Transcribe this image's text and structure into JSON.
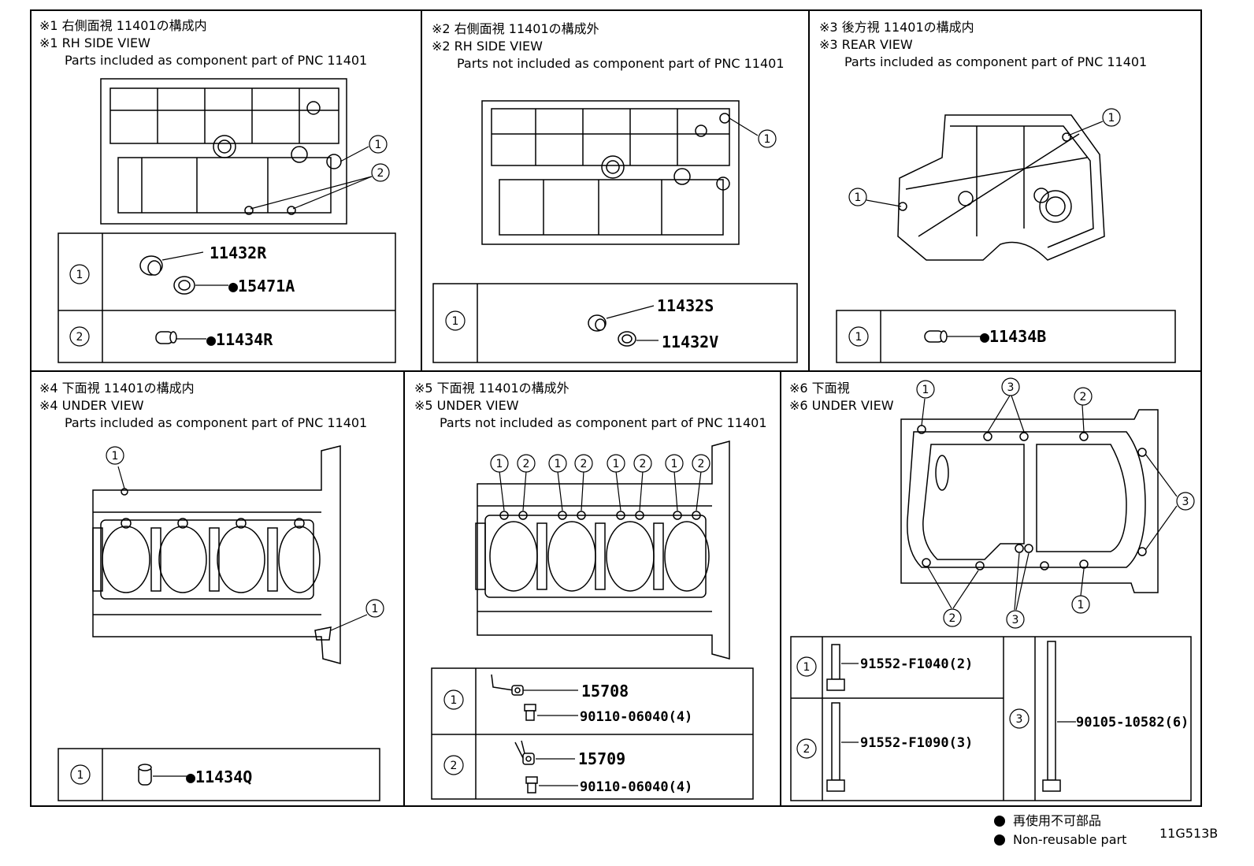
{
  "panels": [
    {
      "id": "p1",
      "title_jp": "※1 右側面視 11401の構成内",
      "title_en": "※1 RH SIDE VIEW",
      "note": "Parts included as component part of PNC 11401",
      "rows": [
        {
          "num": "1",
          "parts": [
            "11432R",
            "●15471A"
          ]
        },
        {
          "num": "2",
          "parts": [
            "●11434R"
          ]
        }
      ],
      "callouts": [
        "1",
        "2"
      ]
    },
    {
      "id": "p2",
      "title_jp": "※2 右側面視 11401の構成外",
      "title_en": "※2 RH SIDE VIEW",
      "note": "Parts not included as component part of PNC 11401",
      "rows": [
        {
          "num": "1",
          "parts": [
            "11432S",
            "11432V"
          ]
        }
      ],
      "callouts": [
        "1"
      ]
    },
    {
      "id": "p3",
      "title_jp": "※3 後方視 11401の構成内",
      "title_en": "※3 REAR VIEW",
      "note": "Parts included as component part of PNC 11401",
      "rows": [
        {
          "num": "1",
          "parts": [
            "●11434B"
          ]
        }
      ],
      "callouts": [
        "1",
        "1"
      ]
    },
    {
      "id": "p4",
      "title_jp": "※4 下面視 11401の構成内",
      "title_en": "※4 UNDER VIEW",
      "note": "Parts included as component part of PNC 11401",
      "rows": [
        {
          "num": "1",
          "parts": [
            "●11434Q"
          ]
        }
      ],
      "callouts": [
        "1",
        "1"
      ]
    },
    {
      "id": "p5",
      "title_jp": "※5 下面視 11401の構成外",
      "title_en": "※5 UNDER VIEW",
      "note": "Parts not included as component part of PNC 11401",
      "rows": [
        {
          "num": "1",
          "parts": [
            "15708",
            "90110-06040(4)"
          ]
        },
        {
          "num": "2",
          "parts": [
            "15709",
            "90110-06040(4)"
          ]
        }
      ],
      "callouts": [
        "1",
        "2",
        "1",
        "2",
        "1",
        "2",
        "1",
        "2"
      ]
    },
    {
      "id": "p6",
      "title_jp": "※6 下面視",
      "title_en": "※6 UNDER VIEW",
      "note": "",
      "rows": [
        {
          "num": "1",
          "parts": [
            "91552-F1040(2)"
          ]
        },
        {
          "num": "2",
          "parts": [
            "91552-F1090(3)"
          ]
        },
        {
          "num": "3",
          "parts": [
            "90105-10582(6)"
          ]
        }
      ],
      "callouts": [
        "1",
        "3",
        "2",
        "3",
        "2",
        "3",
        "1"
      ]
    }
  ],
  "legend": {
    "jp": "再使用不可部品",
    "en": "Non-reusable part"
  },
  "drawing_code": "11G513B"
}
